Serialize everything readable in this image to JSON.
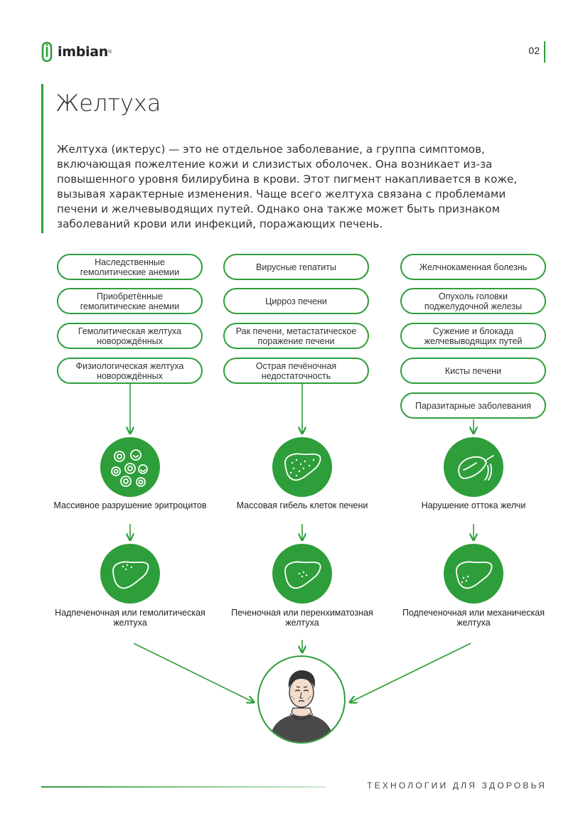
{
  "header": {
    "brand": "imbian",
    "brand_mark": "®",
    "logo_icon": "imbian-logo-icon",
    "page_number": "02"
  },
  "title": "Желтуха",
  "intro": "Желтуха (иктерус) — это не отдельное заболевание, а группа симптомов, включающая пожелтение кожи и слизистых оболочек. Она возникает из-за повышенного уровня билирубина в крови. Этот пигмент накапливается в коже, вызывая характерные изменения. Чаще всего желтуха связана с проблемами печени и желчевыводящих путей. Однако она также может быть признаком заболеваний крови или инфекций, поражающих печень.",
  "columns": [
    {
      "causes": [
        "Наследственные гемолитические анемии",
        "Приобретённые гемолитические анемии",
        "Гемолитическая желтуха новорождённых",
        "Физиологическая желтуха новорождённых"
      ],
      "mechanism_icon": "red-blood-cells-icon",
      "mechanism": "Массивное разрушение эритроцитов",
      "type_icon": "liver-icon",
      "type": "Надпеченочная или гемолитическая желтуха"
    },
    {
      "causes": [
        "Вирусные гепатиты",
        "Цирроз печени",
        "Рак печени, метастатическое поражение печени",
        "Острая печёночная недостаточность"
      ],
      "mechanism_icon": "damaged-liver-icon",
      "mechanism": "Массовая гибель клеток печени",
      "type_icon": "liver-icon",
      "type": "Печеночная или перенхиматозная желтуха"
    },
    {
      "causes": [
        "Желчнокаменная болезнь",
        "Опухоль головки поджелудочной железы",
        "Сужение и блокада желчевыводящих путей",
        "Кисты печени",
        "Паразитарные заболевания"
      ],
      "mechanism_icon": "gallbladder-icon",
      "mechanism": "Нарушение оттока желчи",
      "type_icon": "liver-icon",
      "type": "Подпеченочная или механическая желтуха"
    }
  ],
  "colors": {
    "accent": "#2e9e3a"
  },
  "footer": {
    "tagline": "ТЕХНОЛОГИИ ДЛЯ ЗДОРОВЬЯ"
  }
}
